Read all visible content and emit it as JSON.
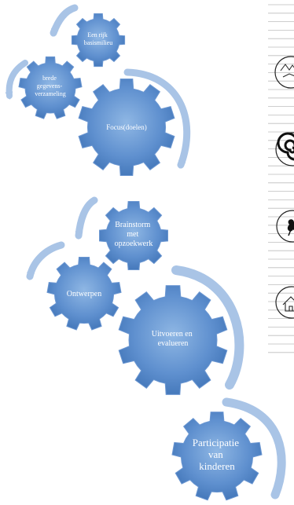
{
  "diagram": {
    "groups": [
      {
        "gears": [
          {
            "lines": [
              "Een rijk",
              "basismilieu"
            ]
          },
          {
            "lines": [
              "brede",
              "gegevens-",
              "verzameling"
            ]
          },
          {
            "lines": [
              "Focus(doelen)"
            ]
          }
        ]
      },
      {
        "gears": [
          {
            "lines": [
              "Brainstorm",
              "met",
              "opzoekwerk"
            ]
          },
          {
            "lines": [
              "Ontwerpen"
            ]
          },
          {
            "lines": [
              "Uitvoeren en",
              "evalueren"
            ]
          }
        ]
      },
      {
        "gears": [
          {
            "lines": [
              "Participatie",
              "van",
              "kinderen"
            ]
          }
        ]
      }
    ],
    "margin_icons": [
      "hand-drawn-doodle-icon",
      "spiral-doodle-icon",
      "flower-doodle-icon",
      "house-doodle-icon"
    ]
  },
  "colors": {
    "gear_fill_light": "#8fb7e4",
    "gear_fill_dark": "#3f73b6",
    "arrow": "#a9c4e6",
    "paper_line": "#bdbdbd"
  }
}
